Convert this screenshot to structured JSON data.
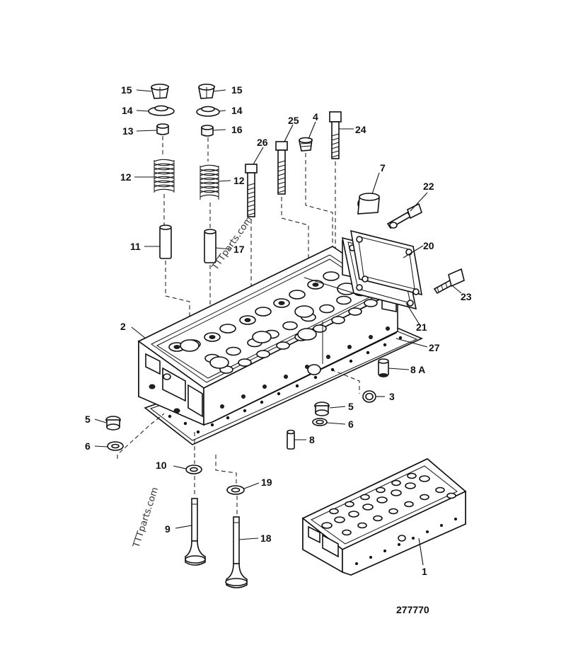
{
  "figure_number": "277770",
  "watermarks": [
    "TTTparts.com",
    "TTTparts.com"
  ],
  "callouts": {
    "c15a": "15",
    "c15b": "15",
    "c14a": "14",
    "c14b": "14",
    "c13": "13",
    "c16": "16",
    "c12a": "12",
    "c12b": "12",
    "c11": "11",
    "c17": "17",
    "c26": "26",
    "c25": "25",
    "c4": "4",
    "c24": "24",
    "c7": "7",
    "c22": "22",
    "c20": "20",
    "c23": "23",
    "c21": "21",
    "c2": "2",
    "c27": "27",
    "c8a": "8 A",
    "c3": "3",
    "c5a": "5",
    "c6a": "6",
    "c5b": "5",
    "c6b": "6",
    "c8": "8",
    "c10": "10",
    "c19": "19",
    "c9": "9",
    "c18": "18",
    "c1": "1"
  }
}
